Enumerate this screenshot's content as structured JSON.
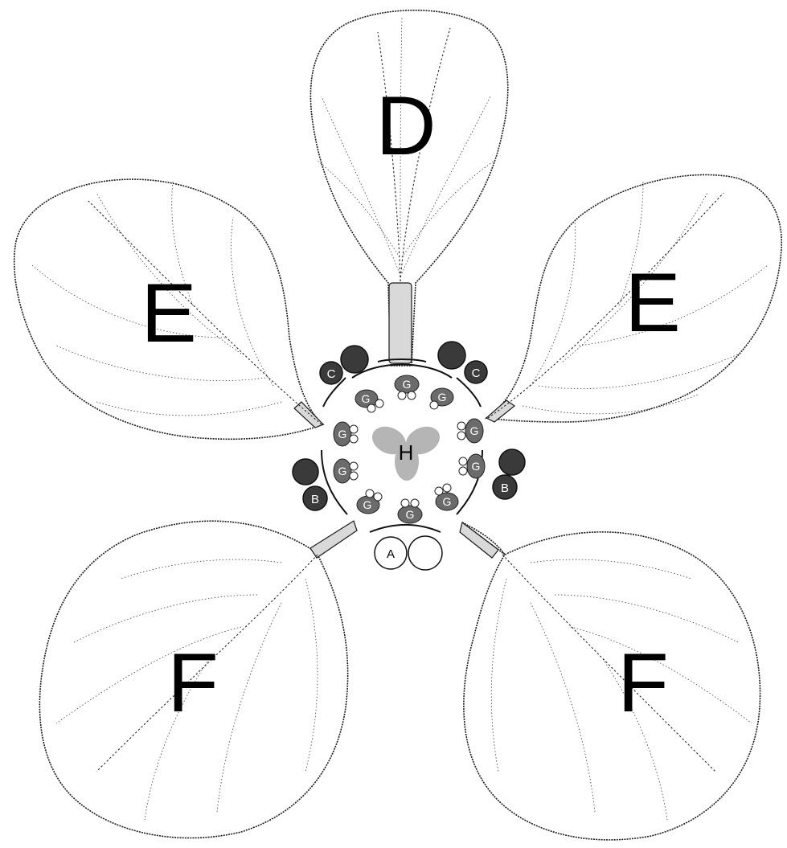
{
  "labels": {
    "top_petal": "D",
    "upper_left_petal": "E",
    "upper_right_petal": "E",
    "lower_left_petal": "F",
    "lower_right_petal": "F",
    "bract": "A",
    "sepal_lower_left": "B",
    "sepal_lower_right": "B",
    "sepal_upper_left": "C",
    "sepal_upper_right": "C",
    "stamens": [
      "G",
      "G",
      "G",
      "G",
      "G",
      "G",
      "G",
      "G",
      "G",
      "G"
    ],
    "pistil": "H"
  },
  "colors": {
    "background": "#ffffff",
    "line": "#1a1a1a",
    "sepal_fill": "#3a3a3a",
    "stamen_fill": "#6b6b6b",
    "pistil_fill": "#b5b5b5"
  }
}
